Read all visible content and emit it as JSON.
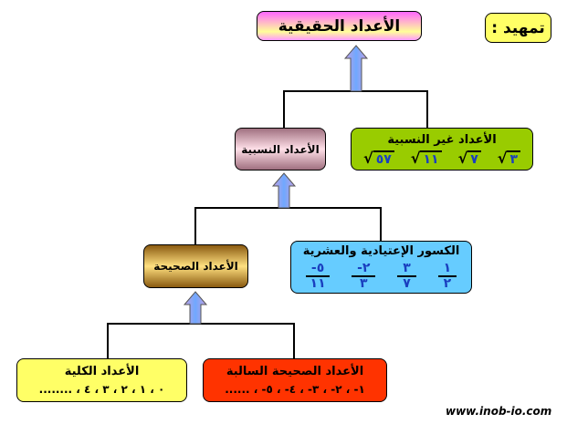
{
  "title": "الأعداد الحقيقية",
  "intro": "تمهيد :",
  "rational": {
    "label": "الأعداد النسبية"
  },
  "irrational": {
    "label": "الأعداد غير النسبية",
    "roots": [
      "٣",
      "٧",
      "١١",
      "٥٧"
    ]
  },
  "integers": {
    "label": "الأعداد الصحيحة"
  },
  "fractions": {
    "label": "الكسور الإعتيادية والعشرية",
    "items": [
      {
        "num": "١",
        "den": "٢"
      },
      {
        "num": "٣",
        "den": "٧"
      },
      {
        "num": "٢-",
        "den": "٣"
      },
      {
        "num": "٥-",
        "den": "١١"
      }
    ]
  },
  "whole": {
    "label": "الأعداد الكلية",
    "values": "٠ ، ١ ، ٢ ، ٣ ، ٤ ، ........"
  },
  "negative": {
    "label": "الأعداد الصحيحة السالبة",
    "values": "١- ، ٢- ، ٣- ، ٤- ، ٥- ، ......"
  },
  "footer": "www.inob-io.com",
  "colors": {
    "irrational": "#99cc00",
    "fractions": "#66ccff",
    "whole": "#ffff66",
    "negative": "#ff3300"
  }
}
